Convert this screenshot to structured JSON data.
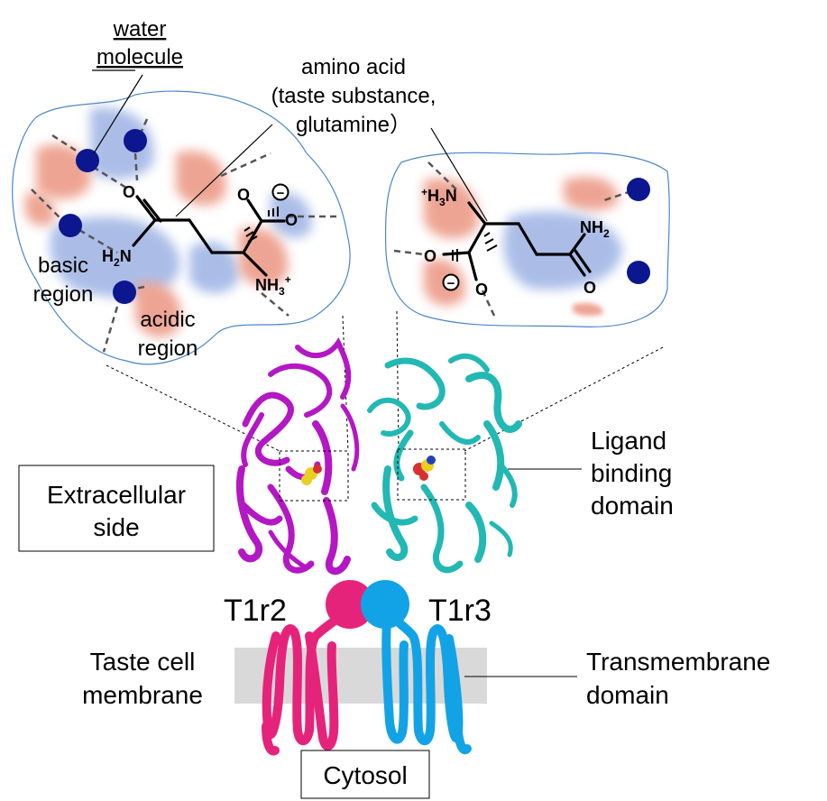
{
  "labels": {
    "water_molecule": [
      "water",
      "molecule"
    ],
    "amino_acid": [
      "amino acid",
      "(taste substance,",
      "glutamine）"
    ],
    "basic_region": [
      "basic",
      "region"
    ],
    "acidic_region": [
      "acidic",
      "region"
    ],
    "ligand_binding_domain": [
      "Ligand",
      "binding",
      "domain"
    ],
    "extracellular_side": [
      "Extracellular",
      "side"
    ],
    "t1r2": "T1r2",
    "t1r3": "T1r3",
    "taste_cell_membrane": [
      "Taste cell",
      "membrane"
    ],
    "transmembrane_domain": [
      "Transmembrane",
      "domain"
    ],
    "cytosol": "Cytosol"
  },
  "chem_left": {
    "h2n": "H",
    "h2n_sub": "2",
    "h2n_n": "N",
    "o1": "O",
    "o2": "O",
    "o3": "O",
    "minus": "−",
    "nh3": "NH",
    "nh3_sub": "3",
    "nh3_sup": "+"
  },
  "chem_right": {
    "h3n_sup": "+",
    "h3n": "H",
    "h3n_sub": "3",
    "h3n_n": "N",
    "nh2": "NH",
    "nh2_sub": "2",
    "o1": "O",
    "o2": "O",
    "o3": "O",
    "minus": "−"
  },
  "colors": {
    "t1r2_magenta": "#e6237a",
    "t1r3_cyan": "#12a3e6",
    "protein_magenta": "#b417c4",
    "protein_cyan": "#22b8b4",
    "basic_blue": "#8fa8e0",
    "acidic_red": "#e8866f",
    "water_navy": "#0b168f",
    "membrane_gray": "#d9d9d9",
    "pocket_outline": "#4a86c8"
  }
}
